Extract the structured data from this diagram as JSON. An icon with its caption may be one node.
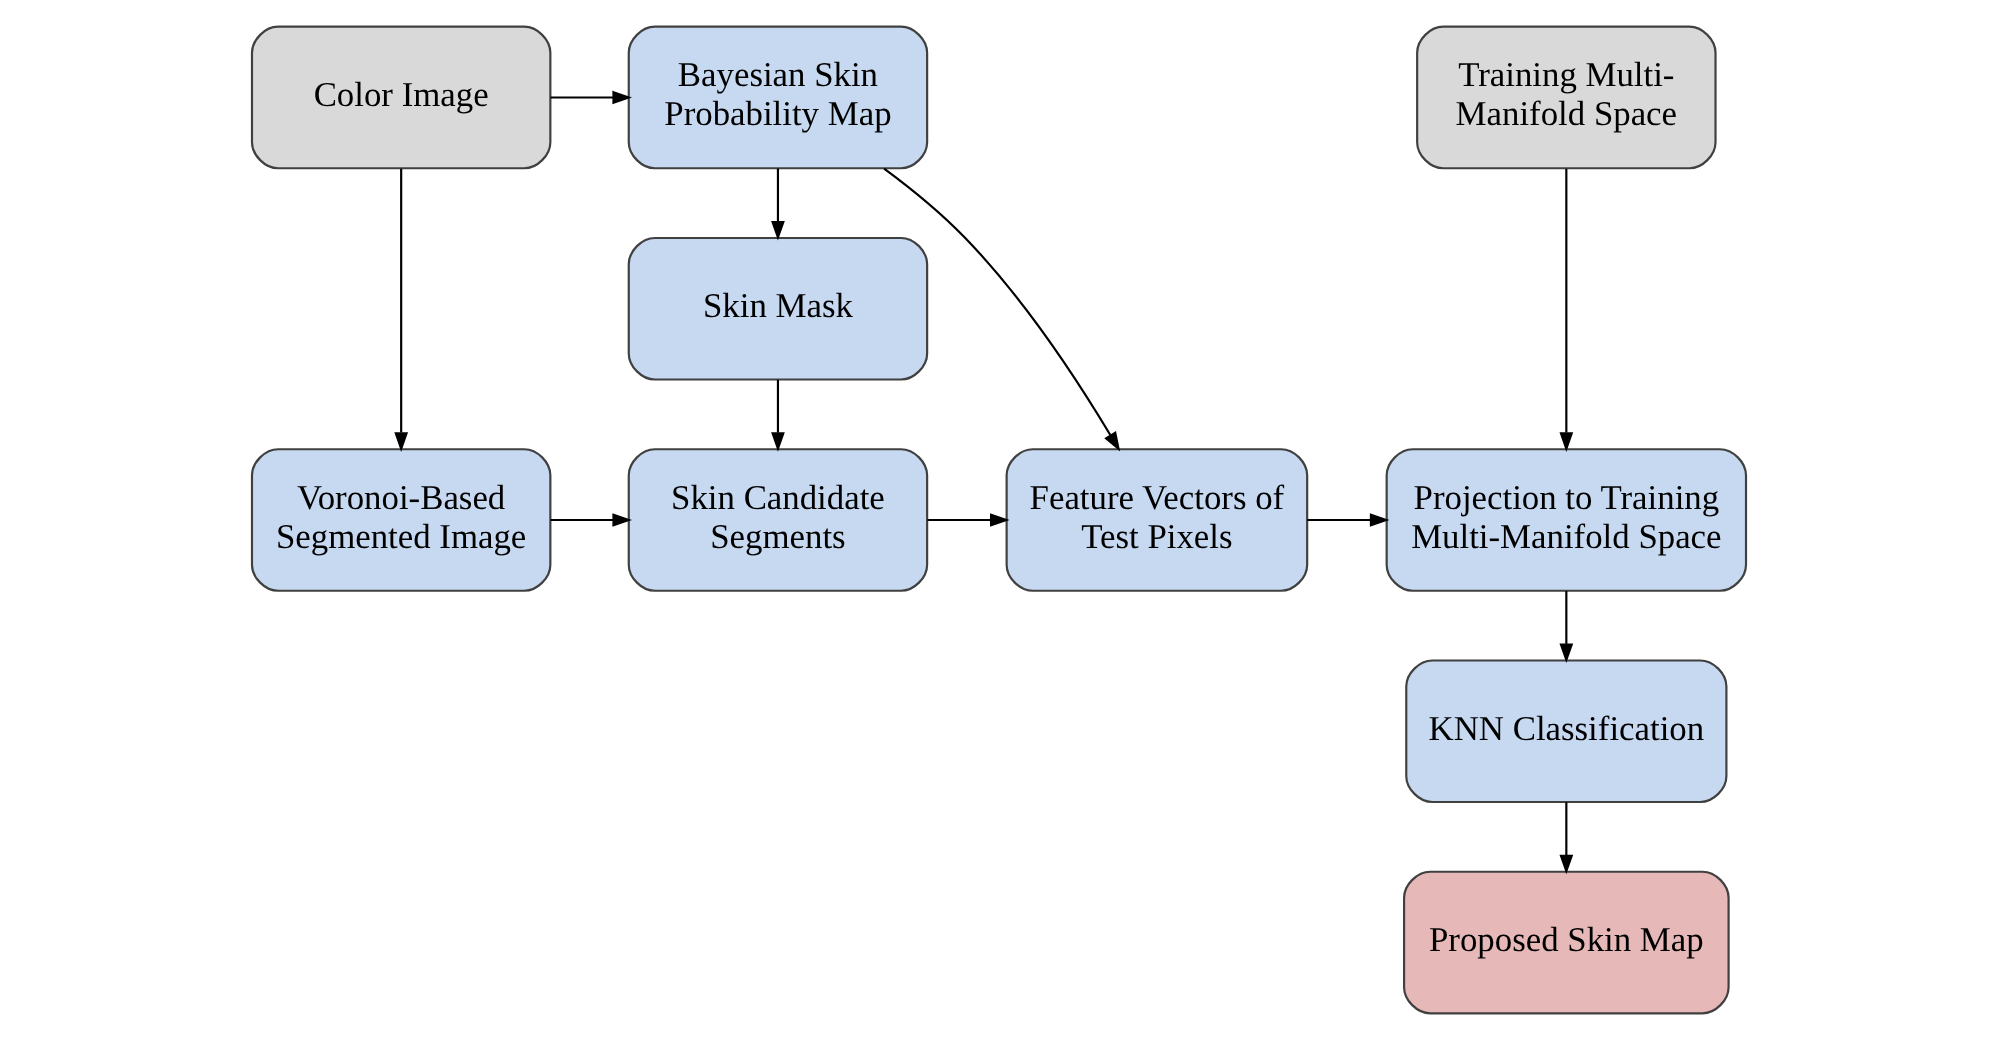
{
  "diagram": {
    "nodes": [
      {
        "text": [
          "Color Image"
        ]
      },
      {
        "text": [
          "Bayesian Skin Probability Map"
        ]
      },
      {
        "text": [
          "Skin Mask"
        ]
      },
      {
        "text": [
          "Voronoi-Based Segmented Image"
        ]
      },
      {
        "text": [
          "Skin Candidate Segments"
        ]
      },
      {
        "text": [
          "Feature Vectors of Test Pixels"
        ]
      },
      {
        "text": [
          "Training Multi-Manifold Space"
        ]
      },
      {
        "text": [
          "Projection to Training Multi-Manifold Space"
        ]
      },
      {
        "text": [
          "KNN Classification"
        ]
      },
      {
        "text": [
          "Proposed Skin Map"
        ]
      }
    ],
    "edges": [
      {
        "from": 0,
        "to": 1,
        "arrow": "to"
      },
      {
        "from": 0,
        "to": 3,
        "arrow": "to"
      },
      {
        "from": 1,
        "to": 2,
        "arrow": "to"
      },
      {
        "from": 2,
        "to": 4,
        "arrow": "to"
      },
      {
        "from": 3,
        "to": 4,
        "arrow": "to"
      },
      {
        "from": 1,
        "to": 5,
        "arrow": "to"
      },
      {
        "from": 4,
        "to": 5,
        "arrow": "to"
      },
      {
        "from": 5,
        "to": 7,
        "arrow": "to"
      },
      {
        "from": 6,
        "to": 7,
        "arrow": "to"
      },
      {
        "from": 7,
        "to": 8,
        "arrow": "to"
      },
      {
        "from": 8,
        "to": 9,
        "arrow": "to"
      }
    ]
  }
}
